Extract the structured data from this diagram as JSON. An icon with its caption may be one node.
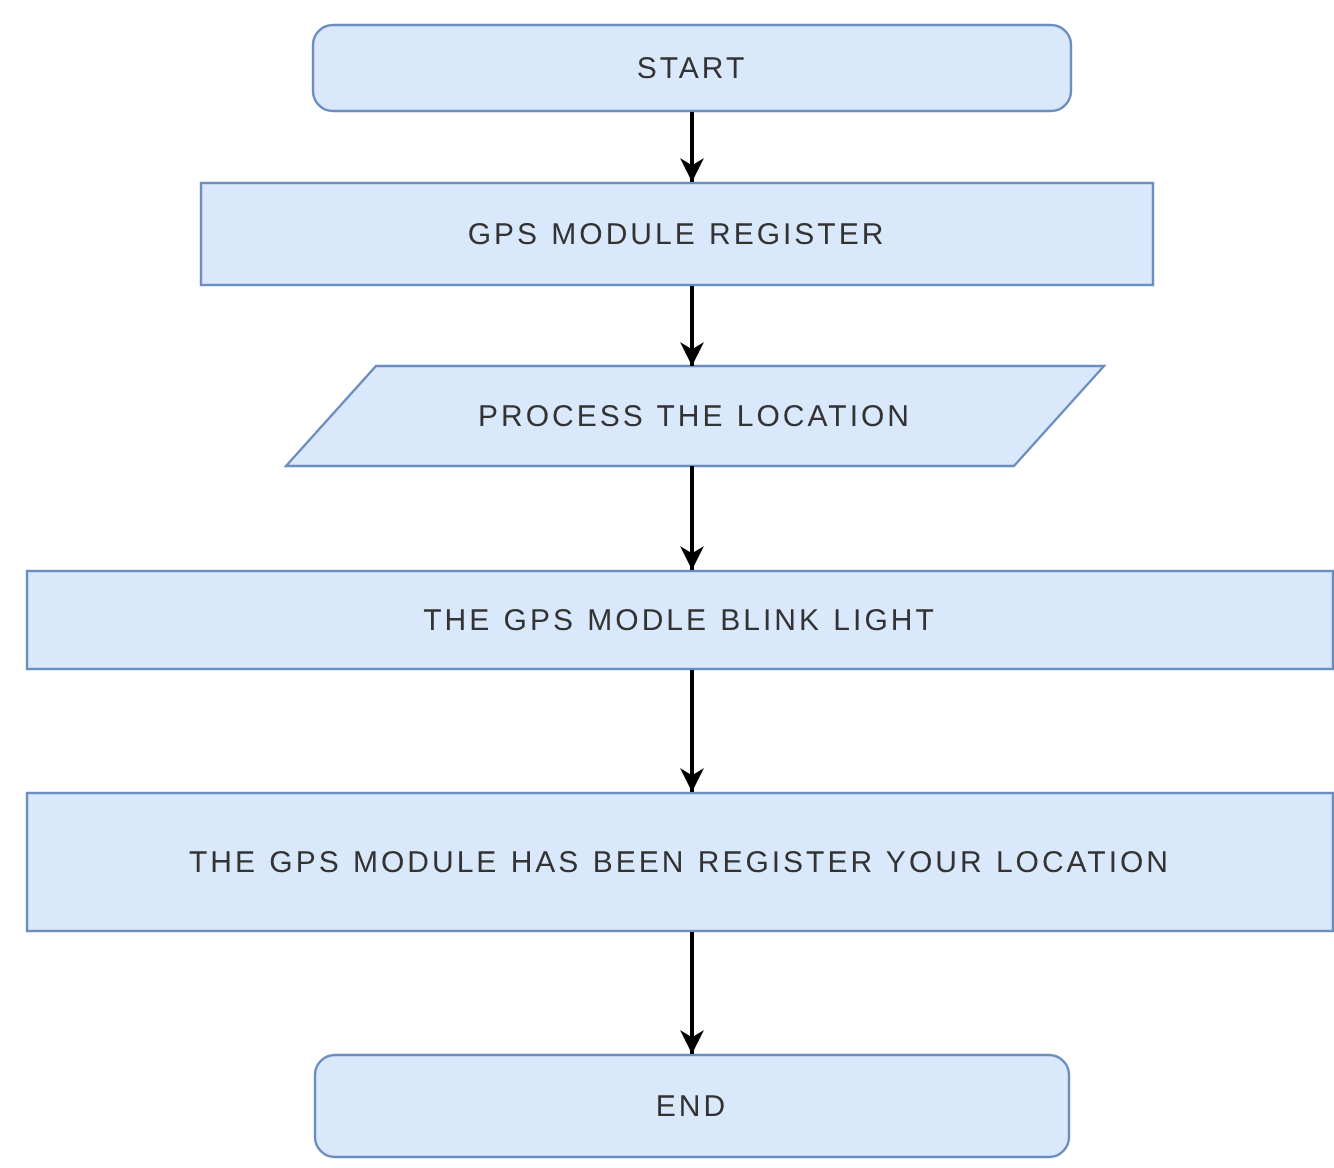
{
  "diagram": {
    "nodes": [
      {
        "text": [
          "START"
        ]
      },
      {
        "text": [
          "GPS MODULE REGISTER"
        ]
      },
      {
        "text": [
          "PROCESS THE LOCATION"
        ]
      },
      {
        "text": [
          "THE GPS MODLE BLINK LIGHT"
        ]
      },
      {
        "text": [
          "THE GPS MODULE HAS BEEN REGISTER YOUR LOCATION"
        ]
      },
      {
        "text": [
          "END"
        ]
      }
    ],
    "edges": [
      {
        "from": 0,
        "to": 1,
        "arrow": "to"
      },
      {
        "from": 1,
        "to": 2,
        "arrow": "to"
      },
      {
        "from": 2,
        "to": 3,
        "arrow": "to"
      },
      {
        "from": 3,
        "to": 4,
        "arrow": "to"
      },
      {
        "from": 4,
        "to": 5,
        "arrow": "to"
      }
    ]
  }
}
